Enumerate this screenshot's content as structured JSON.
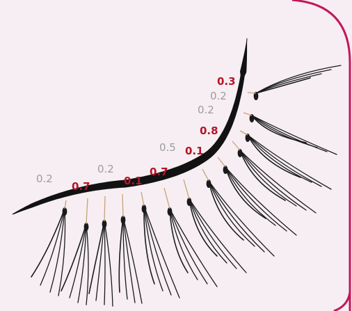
{
  "colors": {
    "background": "#f6eef2",
    "frame_border": "#c2185b",
    "band": "#121212",
    "lash": "#1a1a1a",
    "tick": "#c8a27a",
    "label_red": "#b5142a",
    "label_gray": "#9c9c9c"
  },
  "labels": [
    {
      "text": "0.3",
      "tone": "red"
    },
    {
      "text": "0.2",
      "tone": "gray"
    },
    {
      "text": "0.2",
      "tone": "gray"
    },
    {
      "text": "0.8",
      "tone": "red"
    },
    {
      "text": "0.5",
      "tone": "gray"
    },
    {
      "text": "0.1",
      "tone": "red"
    },
    {
      "text": "0.7",
      "tone": "red"
    },
    {
      "text": "0.1",
      "tone": "red"
    },
    {
      "text": "0.2",
      "tone": "gray"
    },
    {
      "text": "0.7",
      "tone": "red"
    },
    {
      "text": "0.2",
      "tone": "gray"
    }
  ]
}
